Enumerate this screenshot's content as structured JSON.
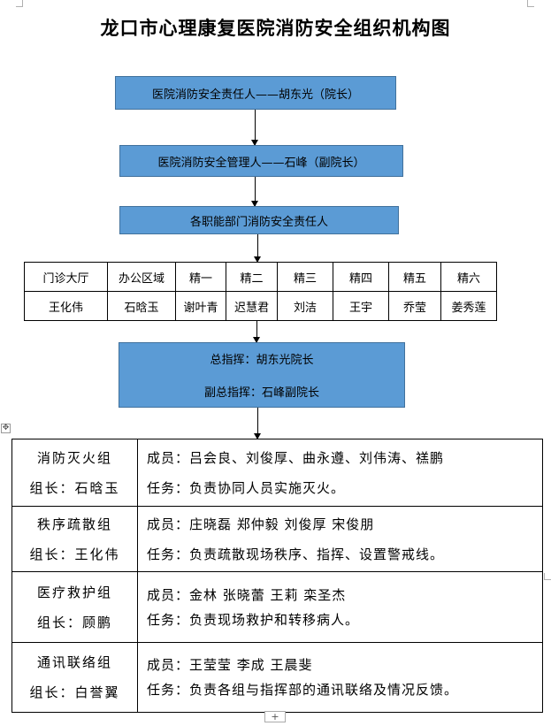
{
  "title": "龙口市心理康复医院消防安全组织机构图",
  "chain": {
    "responsible": "医院消防安全责任人——胡东光（院长）",
    "manager": "医院消防安全管理人——石峰（副院长）",
    "dept_responsible": "各职能部门消防安全责任人"
  },
  "departments": [
    {
      "name": "门诊大厅",
      "person": "王化伟"
    },
    {
      "name": "办公区域",
      "person": "石晗玉"
    },
    {
      "name": "精一",
      "person": "谢叶青"
    },
    {
      "name": "精二",
      "person": "迟慧君"
    },
    {
      "name": "精三",
      "person": "刘洁"
    },
    {
      "name": "精四",
      "person": "王宇"
    },
    {
      "name": "精五",
      "person": "乔莹"
    },
    {
      "name": "精六",
      "person": "姜秀莲"
    }
  ],
  "command": {
    "chief": "总指挥：胡东光院长",
    "deputy": "副总指挥：石峰副院长"
  },
  "groups": [
    {
      "name": "消防灭火组",
      "leader": "组长：石晗玉",
      "members": "成员：吕会良、刘俊厚、曲永遵、刘伟涛、禚鹏",
      "task": "任务：负责协同人员实施灭火。"
    },
    {
      "name": "秩序疏散组",
      "leader": "组长：王化伟",
      "members": "成员：庄晓磊 郑仲毅 刘俊厚 宋俊朋",
      "task": "任务：负责疏散现场秩序、指挥、设置警戒线。"
    },
    {
      "name": "医疗救护组",
      "leader": "组长：顾鹏",
      "members": "成员：金林 张晓蕾 王莉 栾圣杰",
      "task": "任务：负责现场救护和转移病人。"
    },
    {
      "name": "通讯联络组",
      "leader": "组长：白誉翼",
      "members": "成员：王莹莹 李成 王晨斐",
      "task": "任务：负责各组与指挥部的通讯联络及情况反馈。"
    }
  ],
  "editor": {
    "table_move_glyph": "✥",
    "add_row_glyph": "+"
  }
}
